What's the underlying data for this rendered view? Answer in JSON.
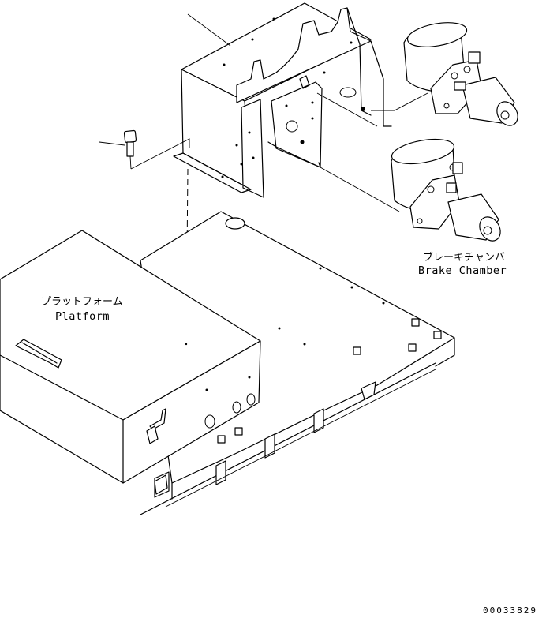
{
  "labels": {
    "platform_jp": "プラットフォーム",
    "platform_en": "Platform",
    "brake_chamber_jp": "ブレーキチャンバ",
    "brake_chamber_en": "Brake Chamber"
  },
  "drawing_code": "00033829"
}
